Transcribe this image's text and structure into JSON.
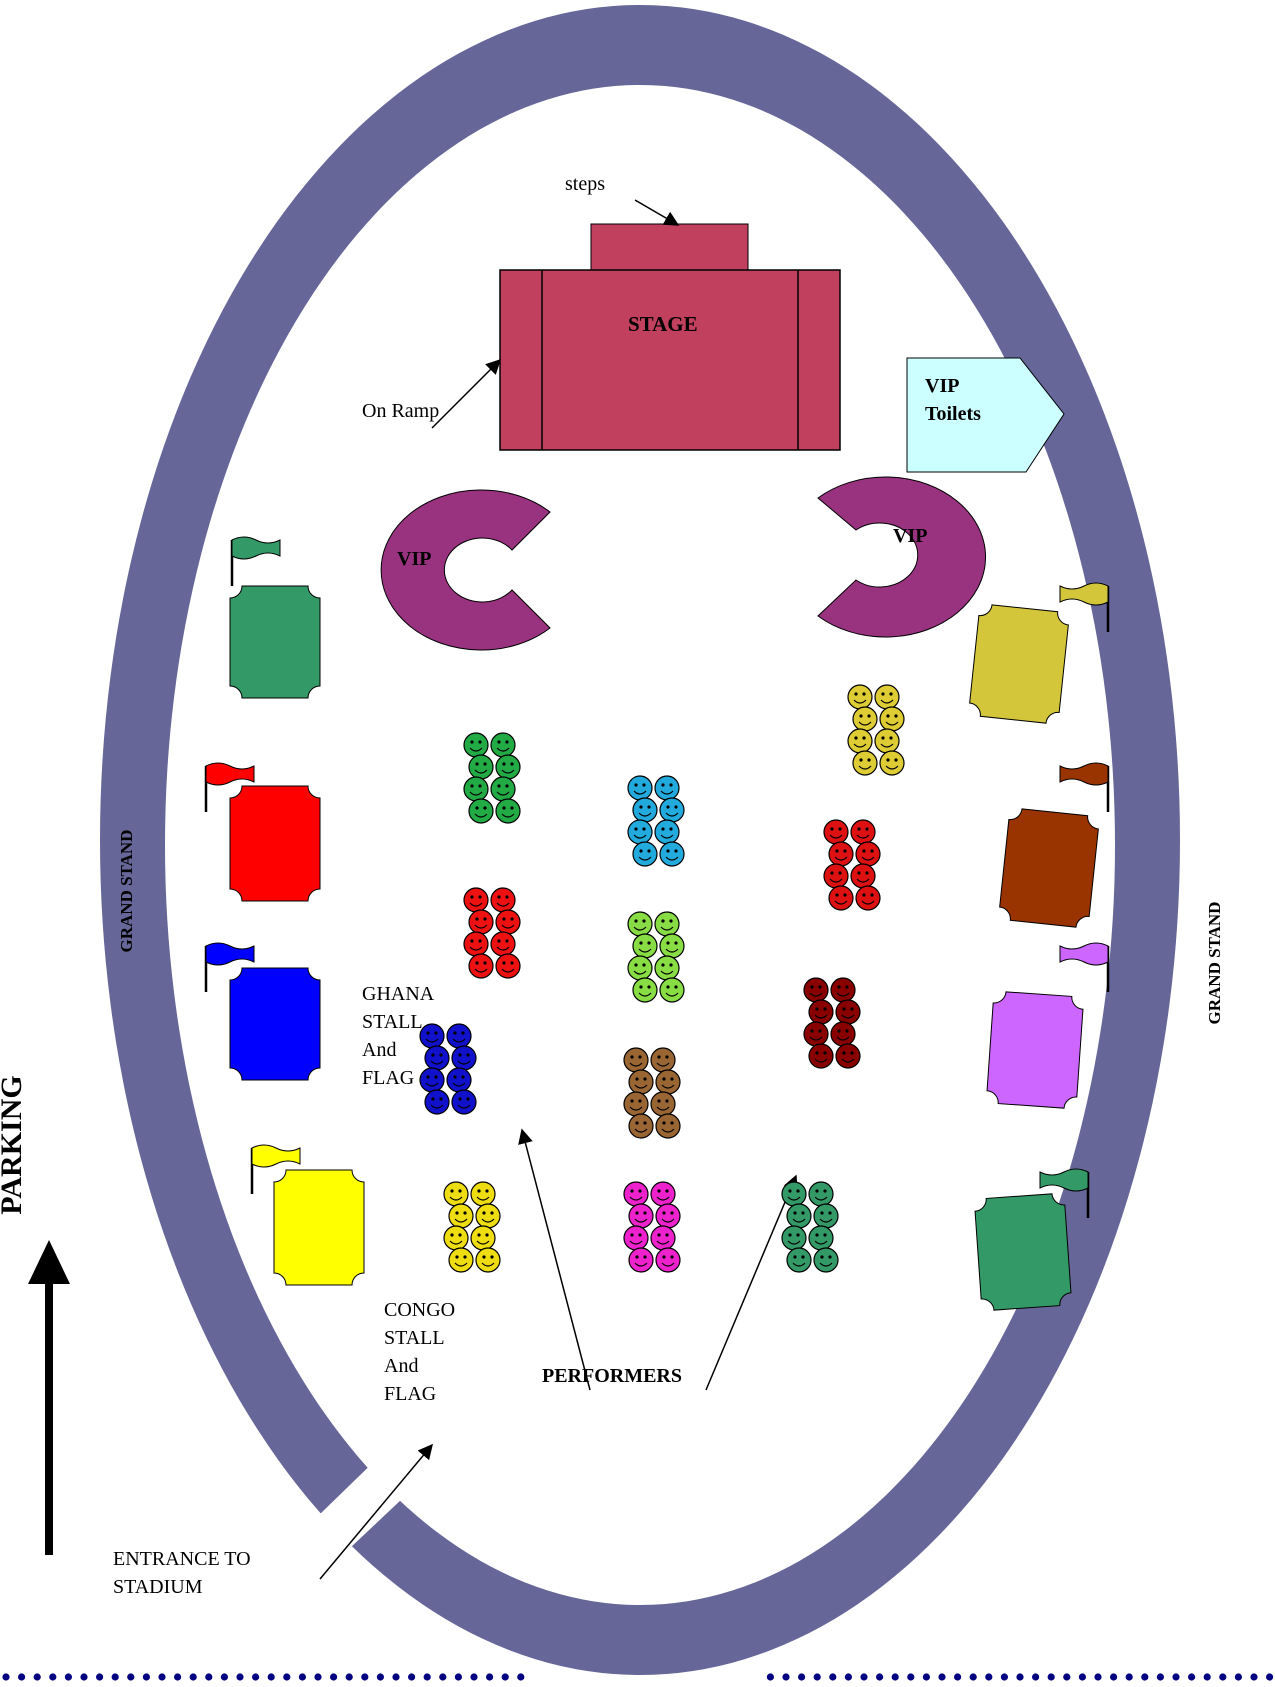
{
  "colors": {
    "track": "#666699",
    "stage": "#c0405e",
    "vip_seat": "#993380",
    "vip_toilets": "#ccffff",
    "dots": "#000080"
  },
  "labels": {
    "steps": "steps",
    "stage": "STAGE",
    "on_ramp": "On Ramp",
    "vip_toilets_line1": "VIP",
    "vip_toilets_line2": "Toilets",
    "vip_left": "VIP",
    "vip_right": "VIP",
    "grand_stand_left": "GRAND STAND",
    "grand_stand_right": "GRAND STAND",
    "parking": "PARKING",
    "ghana": [
      "GHANA",
      "STALL",
      "And",
      "FLAG"
    ],
    "congo": [
      "CONGO",
      "STALL",
      "And",
      "FLAG"
    ],
    "performers": "PERFORMERS",
    "entrance": [
      "ENTRANCE TO",
      "STADIUM"
    ]
  },
  "stalls": [
    {
      "name": "stall-green-left",
      "color": "#339966"
    },
    {
      "name": "stall-red",
      "color": "#ff0000"
    },
    {
      "name": "stall-blue",
      "color": "#0000ff"
    },
    {
      "name": "stall-yellow",
      "color": "#ffff00"
    },
    {
      "name": "stall-olive",
      "color": "#d4c63a"
    },
    {
      "name": "stall-brown",
      "color": "#993300"
    },
    {
      "name": "stall-violet",
      "color": "#cc66ff"
    },
    {
      "name": "stall-green-right",
      "color": "#339966"
    }
  ],
  "performer_groups": [
    {
      "name": "performers-green",
      "color": "#22aa44"
    },
    {
      "name": "performers-red-left",
      "color": "#ee1111"
    },
    {
      "name": "performers-blue",
      "color": "#1111cc"
    },
    {
      "name": "performers-yellow",
      "color": "#eedd11"
    },
    {
      "name": "performers-cyan",
      "color": "#22aadd"
    },
    {
      "name": "performers-lightgreen",
      "color": "#88dd44"
    },
    {
      "name": "performers-brown",
      "color": "#996633"
    },
    {
      "name": "performers-magenta",
      "color": "#ee22cc"
    },
    {
      "name": "performers-gold",
      "color": "#ddcc33"
    },
    {
      "name": "performers-red-right",
      "color": "#dd1111"
    },
    {
      "name": "performers-maroon",
      "color": "#880000"
    },
    {
      "name": "performers-darkgreen",
      "color": "#339966"
    }
  ]
}
